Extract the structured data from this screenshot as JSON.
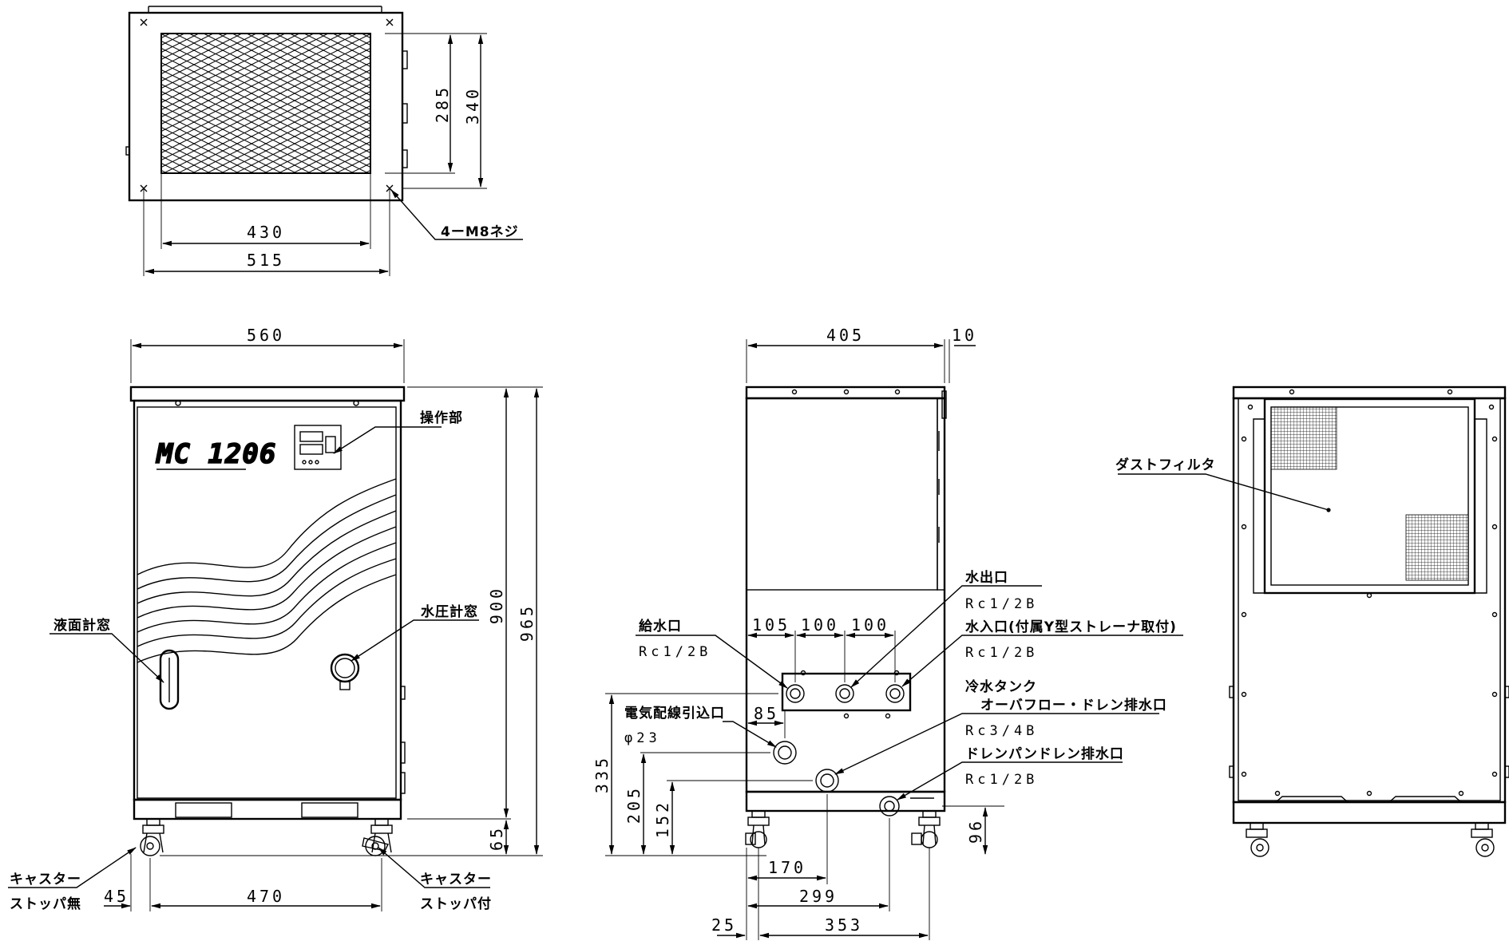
{
  "logo_text": "MC 1206",
  "dimensions": {
    "top_285": "285",
    "top_340": "340",
    "top_430": "430",
    "top_515": "515",
    "front_560": "560",
    "front_900": "900",
    "front_965": "965",
    "front_65": "65",
    "front_45": "45",
    "front_470": "470",
    "side_405": "405",
    "side_10": "10",
    "side_105": "105",
    "side_100a": "100",
    "side_100b": "100",
    "side_85": "85",
    "side_335": "335",
    "side_205": "205",
    "side_152": "152",
    "side_96": "96",
    "side_170": "170",
    "side_299": "299",
    "side_25": "25",
    "side_353": "353"
  },
  "labels": {
    "screw": "4ーM8ネジ",
    "control_panel": "操作部",
    "level_window": "液面計窓",
    "pressure_window": "水圧計窓",
    "caster_left_1": "キャスター",
    "caster_left_2": "ストッパ無",
    "caster_right_1": "キャスター",
    "caster_right_2": "ストッパ付",
    "supply_1": "給水口",
    "supply_2": "Rc1/2B",
    "cable_1": "電気配線引込口",
    "cable_2": "φ23",
    "outlet_1": "水出口",
    "outlet_2": "Rc1/2B",
    "inlet_1": "水入口(付属Y型ストレーナ取付)",
    "inlet_2": "Rc1/2B",
    "tank_1": "冷水タンク",
    "tank_2": "オーバフロー・ドレン排水口",
    "tank_3": "Rc3/4B",
    "drainpan_1": "ドレンパンドレン排水口",
    "drainpan_2": "Rc1/2B",
    "dust_filter": "ダストフィルタ"
  }
}
